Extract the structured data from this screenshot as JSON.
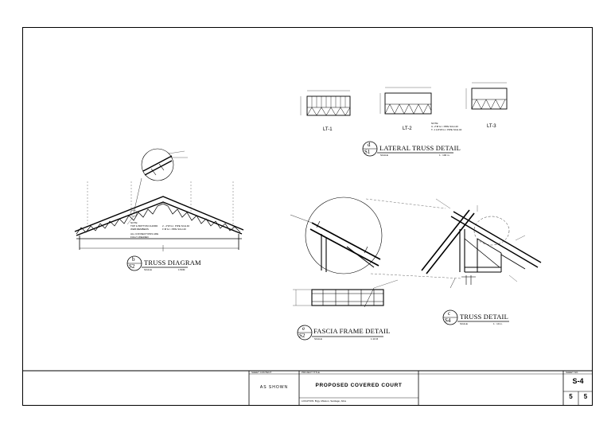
{
  "drawings": {
    "truss_diagram": {
      "bubble_letter": "b",
      "bubble_sheet": "S2",
      "title": "TRUSS DIAGRAM",
      "scale_label": "SCALE",
      "scale_value": "1:50M",
      "note_lines": [
        "NOTE:",
        "TOP & BOTTOM CHORD",
        "WEB MEMBERS",
        "ALL CONNECTIONS ARE",
        "FULLY WELDED"
      ],
      "pipe_lines": [
        "2 - 2\"Ø G.I. PIPE SCH.40",
        "1\"Ø G.I. PIPE SCH.40"
      ]
    },
    "lateral_truss": {
      "bubble_letter": "d",
      "bubble_sheet": "S1",
      "title": "LATERAL TRUSS DETAIL",
      "scale_label": "SCALE",
      "scale_value": "1 : 100 m.",
      "types": [
        "LT-1",
        "LT-2",
        "LT-3"
      ],
      "note_lines": [
        "NOTE:",
        "C- 2\"Ø G.I. PIPE SCH.40",
        "T- 1 1/2\"Ø G.I. PIPE SCH.40"
      ]
    },
    "fascia_frame": {
      "bubble_letter": "e",
      "bubble_sheet": "S2",
      "title": "FASCIA FRAME DETAIL",
      "scale_label": "SCALE",
      "scale_value": "1:10 M"
    },
    "truss_detail": {
      "bubble_letter": "c",
      "bubble_sheet": "S4",
      "title": "TRUSS DETAIL",
      "scale_label": "SCALE",
      "scale_value": "1 : 10 m."
    }
  },
  "title_block": {
    "scale_header": "SHEET CONTENT",
    "scale_value": "AS SHOWN",
    "project_header": "PROJECT TITLE",
    "project_title": "PROPOSED COVERED COURT",
    "location": "LOCATION: Brgy. Mission, Santiago, Abra",
    "sheet_header": "SHEET NO.",
    "sheet_no": "S-4",
    "sheet_index": "5",
    "sheet_total": "5"
  }
}
